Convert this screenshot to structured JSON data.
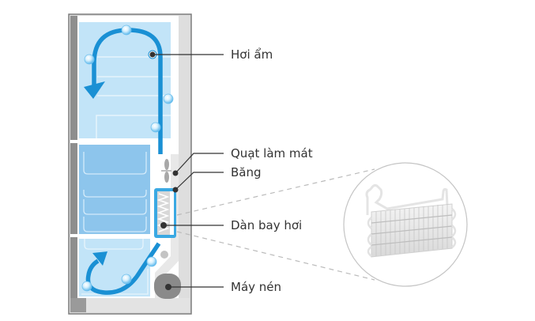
{
  "diagram": {
    "title": "Fridge cooling airflow diagram",
    "labels": {
      "moist_air": "Hơi ẩm",
      "cooling_fan": "Quạt làm mát",
      "ice": "Băng",
      "evaporator": "Dàn bay hơi",
      "compressor": "Máy nén"
    },
    "colors": {
      "compartment_light": "#c2e4f8",
      "compartment_freezer": "#8dc5ec",
      "airflow_arrow": "#1a90d4",
      "cabinet_frame": "#7d7d7d",
      "cabinet_panel": "#dcdcdc",
      "compressor": "#8a8a8a",
      "evaporator_frame": "#3aa9e3",
      "leader_line": "#333333",
      "zoom_dashes": "#bbbbbb"
    }
  }
}
